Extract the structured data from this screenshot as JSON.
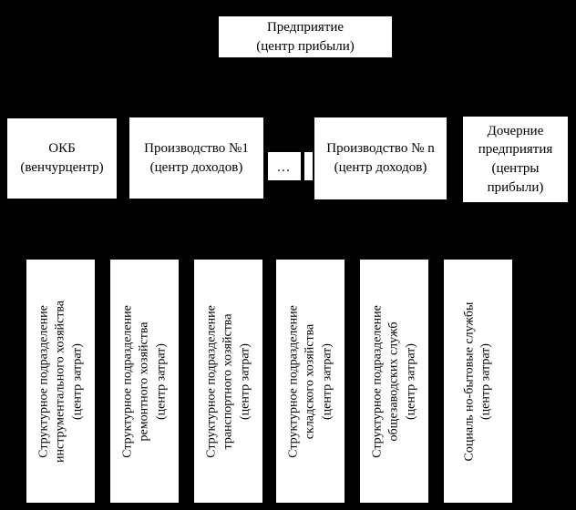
{
  "colors": {
    "background": "#000000",
    "box_fill": "#ffffff",
    "text": "#000000"
  },
  "top_box": {
    "lines": [
      "Предприятие",
      "(центр прибыли)"
    ]
  },
  "row2": {
    "okb": {
      "lines": [
        "ОКБ",
        "(венчурцентр)"
      ]
    },
    "prod1": {
      "lines": [
        "Производство №1",
        "(центр доходов)"
      ]
    },
    "dots": "…",
    "prod_n": {
      "lines": [
        "Производство № n",
        "(центр доходов)"
      ]
    },
    "subsidiaries": {
      "lines": [
        "Дочерние",
        "предприятия",
        "(центры",
        "прибыли)"
      ]
    }
  },
  "row3": {
    "units": [
      {
        "lines": [
          "Структурное подразделение",
          "инструментального хозяйства",
          "(центр затрат)"
        ]
      },
      {
        "lines": [
          "Структурное подразделение",
          "ремонтного хозяйства",
          "(центр затрат)"
        ]
      },
      {
        "lines": [
          "Структурное подразделение",
          "транспортного хозяйства",
          "(центр затрат)"
        ]
      },
      {
        "lines": [
          "Структурное подразделение",
          "складского хозяйства",
          "(центр затрат)"
        ]
      },
      {
        "lines": [
          "Структурное подразделение",
          "общезаводских служб",
          "(центр затрат)"
        ]
      },
      {
        "lines": [
          "Социаль но-бытовые службы",
          "(центр затрат)"
        ]
      }
    ]
  }
}
